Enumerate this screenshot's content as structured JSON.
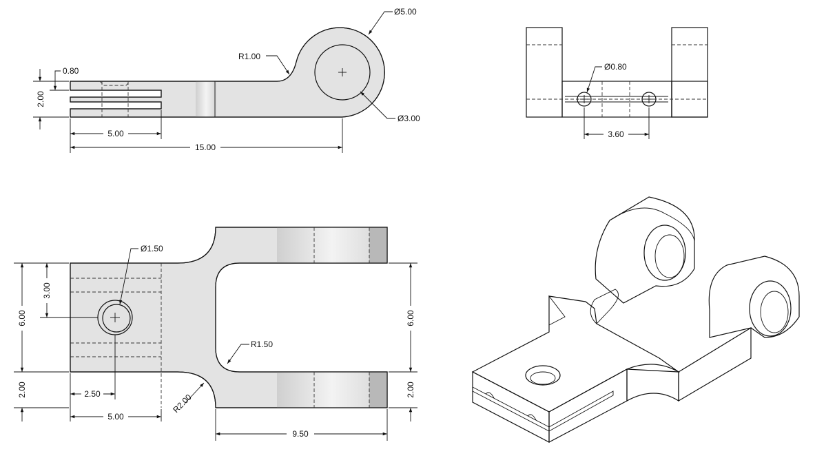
{
  "front": {
    "d_t": "0.80",
    "d_h": "2.00",
    "d_slot": "5.00",
    "d_len": "15.00",
    "r_fillet": "R1.00",
    "d_ring": "Ø5.00",
    "d_hole": "Ø3.00"
  },
  "side": {
    "d_hole": "Ø0.80",
    "d_span": "3.60"
  },
  "top": {
    "d_hole": "Ø1.50",
    "d_half": "3.00",
    "d_width": "6.00",
    "d_lug_l": "2.00",
    "d_hole_x": "2.50",
    "d_block": "5.00",
    "r_corner": "R2.00",
    "r_inner": "R1.50",
    "d_gap": "6.00",
    "d_lug_r": "2.00",
    "d_fork": "9.50"
  }
}
